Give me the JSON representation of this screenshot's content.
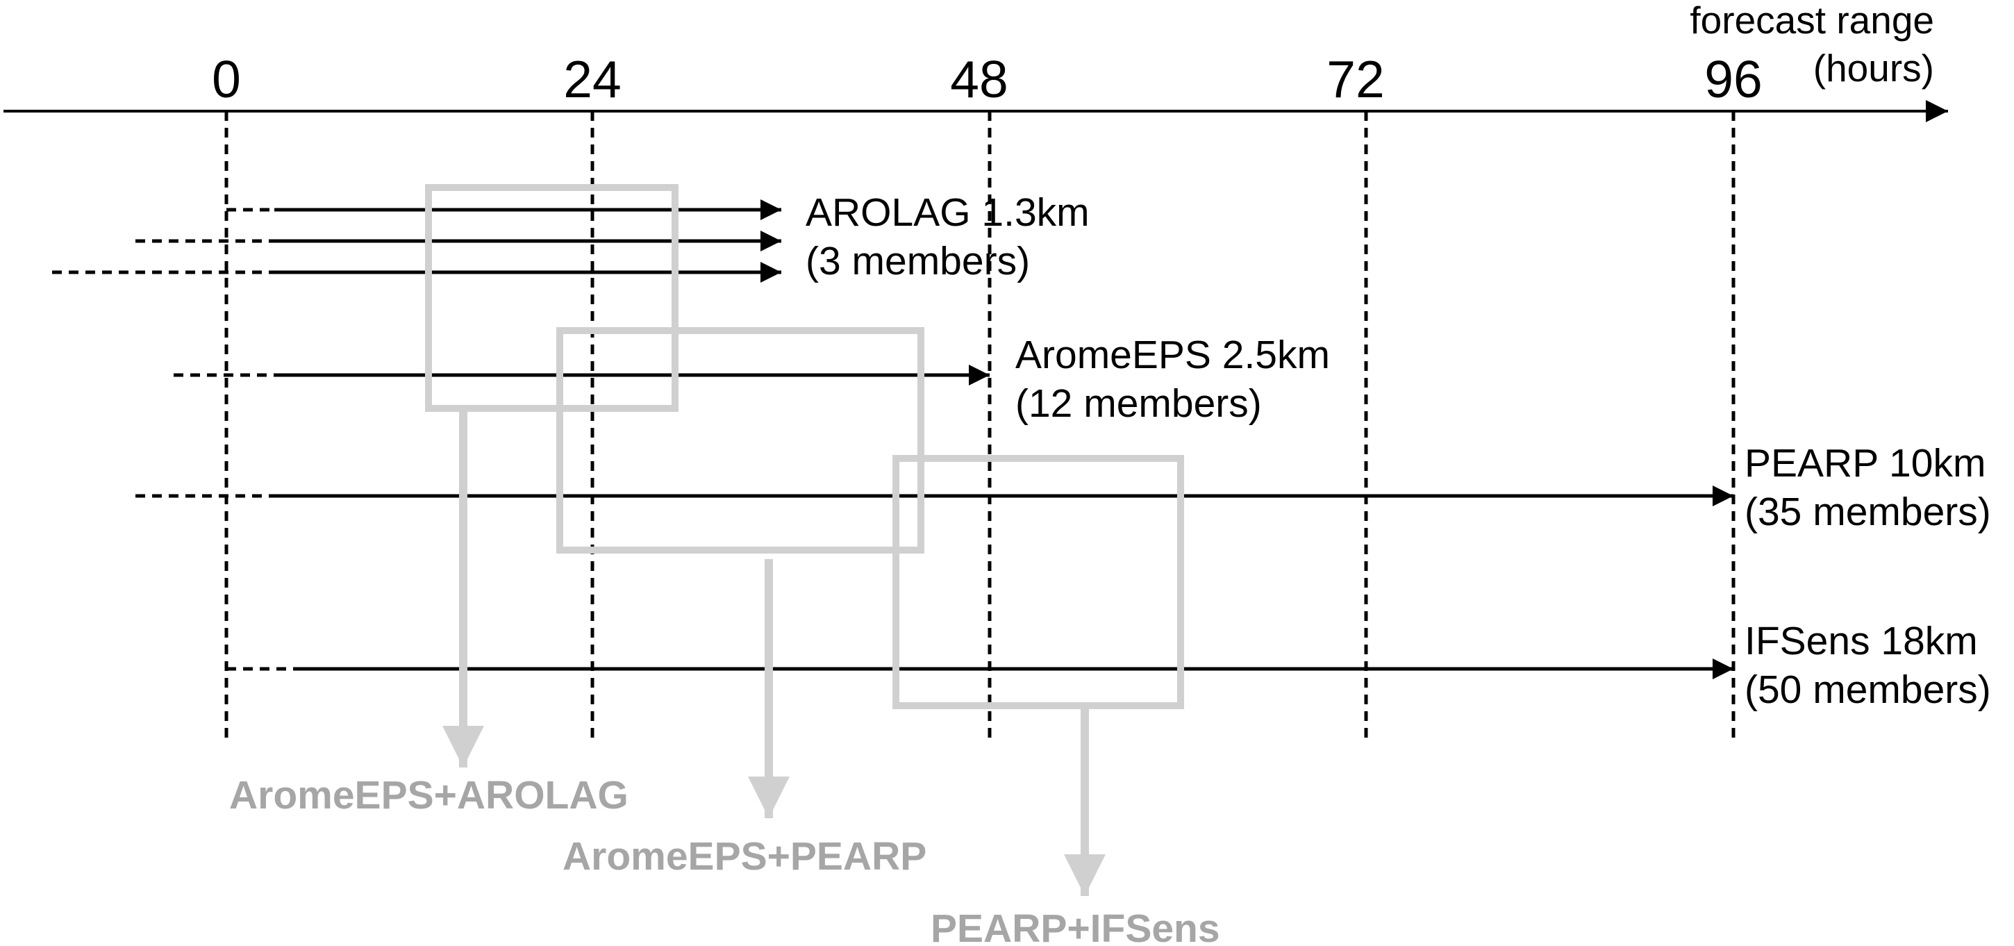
{
  "axis": {
    "title_line1": "forecast range",
    "title_line2": "(hours)",
    "ticks": [
      "0",
      "24",
      "48",
      "72",
      "96"
    ]
  },
  "models": [
    {
      "name": "AROLAG 1.3km",
      "members": "(3 members)"
    },
    {
      "name": "AromeEPS 2.5km",
      "members": "(12 members)"
    },
    {
      "name": "PEARP 10km",
      "members": "(35 members)"
    },
    {
      "name": "IFSens 18km",
      "members": "(50 members)"
    }
  ],
  "combinations": [
    {
      "label": "AromeEPS+AROLAG"
    },
    {
      "label": "AromeEPS+PEARP"
    },
    {
      "label": "PEARP+IFSens"
    }
  ],
  "colors": {
    "line": "#000000",
    "box": "#d0d0d0",
    "combo_text": "#a6a6a6",
    "background": "#ffffff"
  }
}
